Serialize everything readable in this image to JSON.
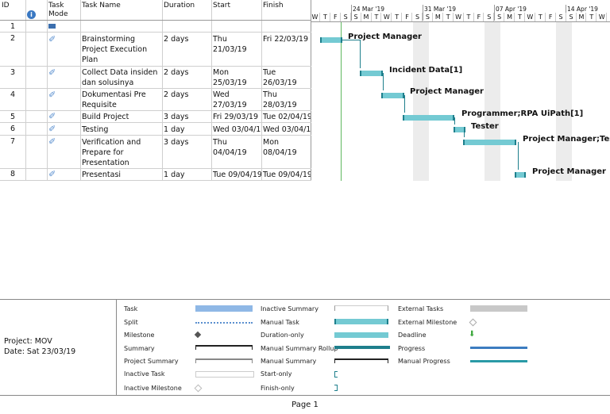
{
  "columns": {
    "id": "ID",
    "mode": "Task Mode",
    "name": "Task Name",
    "duration": "Duration",
    "start": "Start",
    "finish": "Finish"
  },
  "rows": [
    {
      "id": "1",
      "name": "",
      "duration": "",
      "start": "",
      "finish": ""
    },
    {
      "id": "2",
      "name": "Brainstorming Project Execution Plan",
      "duration": "2 days",
      "start": "Thu 21/03/19",
      "finish": "Fri 22/03/19"
    },
    {
      "id": "3",
      "name": "Collect Data insiden dan solusinya",
      "duration": "2 days",
      "start": "Mon 25/03/19",
      "finish": "Tue 26/03/19"
    },
    {
      "id": "4",
      "name": "Dokumentasi Pre Requisite",
      "duration": "2 days",
      "start": "Wed 27/03/19",
      "finish": "Thu 28/03/19"
    },
    {
      "id": "5",
      "name": "Build Project",
      "duration": "3 days",
      "start": "Fri 29/03/19",
      "finish": "Tue 02/04/19"
    },
    {
      "id": "6",
      "name": "Testing",
      "duration": "1 day",
      "start": "Wed 03/04/1",
      "finish": "Wed 03/04/1"
    },
    {
      "id": "7",
      "name": "Verification and Prepare for Presentation",
      "duration": "3 days",
      "start": "Thu 04/04/19",
      "finish": "Mon 08/04/19"
    },
    {
      "id": "8",
      "name": "Presentasi",
      "duration": "1 day",
      "start": "Tue 09/04/19",
      "finish": "Tue 09/04/19"
    }
  ],
  "timescale": {
    "weeks": [
      "24 Mar '19",
      "31 Mar '19",
      "07 Apr '19",
      "14 Apr '19"
    ],
    "days": [
      "W",
      "T",
      "F",
      "S",
      "S",
      "M",
      "T",
      "W",
      "T",
      "F",
      "S",
      "S",
      "M",
      "T",
      "W",
      "T",
      "F",
      "S",
      "S",
      "M",
      "T",
      "W",
      "T",
      "F",
      "S",
      "S",
      "M",
      "T",
      "W"
    ]
  },
  "bar_labels": [
    "Project Manager",
    "Incident Data[1]",
    "Project Manager",
    "Programmer;RPA UiPath[1]",
    "Tester",
    "Project Manager;Tester",
    "Project Manager"
  ],
  "legend": {
    "project": "Project: MOV",
    "date": "Date: Sat 23/03/19",
    "col1": [
      "Task",
      "Split",
      "Milestone",
      "Summary",
      "Project Summary",
      "Inactive Task",
      "Inactive Milestone"
    ],
    "col2": [
      "Inactive Summary",
      "Manual Task",
      "Duration-only",
      "Manual Summary Rollup",
      "Manual Summary",
      "Start-only",
      "Finish-only"
    ],
    "col3": [
      "External Tasks",
      "External Milestone",
      "Deadline",
      "Progress",
      "Manual Progress"
    ]
  },
  "footer": {
    "page": "Page 1"
  }
}
